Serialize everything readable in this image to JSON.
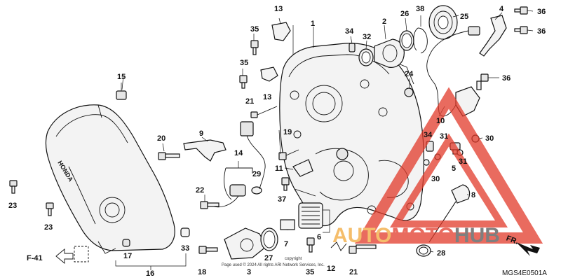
{
  "diagram": {
    "code": "MGS4E0501A",
    "front_marker": "FR.",
    "ref_marker": "F-41",
    "copyright_line": "Page used © 2024 All rights ARI Network Services, Inc.",
    "copyright_word": "copyright"
  },
  "watermark": {
    "part1": "AUTO",
    "part2": "MOTO",
    "part3": "HUB",
    "color_red": "#e23a2a",
    "color_orange": "#f2a93b",
    "color_gray": "#555555"
  },
  "cover_text": "HONDA",
  "callouts": [
    {
      "id": "c1",
      "text": "1"
    },
    {
      "id": "c2",
      "text": "2"
    },
    {
      "id": "c3",
      "text": "3"
    },
    {
      "id": "c4",
      "text": "4"
    },
    {
      "id": "c5",
      "text": "5"
    },
    {
      "id": "c6",
      "text": "6"
    },
    {
      "id": "c7",
      "text": "7"
    },
    {
      "id": "c8",
      "text": "8"
    },
    {
      "id": "c9",
      "text": "9"
    },
    {
      "id": "c10",
      "text": "10"
    },
    {
      "id": "c11",
      "text": "11"
    },
    {
      "id": "c12",
      "text": "12"
    },
    {
      "id": "c13a",
      "text": "13"
    },
    {
      "id": "c13b",
      "text": "13"
    },
    {
      "id": "c14",
      "text": "14"
    },
    {
      "id": "c15",
      "text": "15"
    },
    {
      "id": "c16",
      "text": "16"
    },
    {
      "id": "c17",
      "text": "17"
    },
    {
      "id": "c18",
      "text": "18"
    },
    {
      "id": "c19",
      "text": "19"
    },
    {
      "id": "c20",
      "text": "20"
    },
    {
      "id": "c21a",
      "text": "21"
    },
    {
      "id": "c21b",
      "text": "21"
    },
    {
      "id": "c22",
      "text": "22"
    },
    {
      "id": "c23a",
      "text": "23"
    },
    {
      "id": "c23b",
      "text": "23"
    },
    {
      "id": "c24",
      "text": "24"
    },
    {
      "id": "c25",
      "text": "25"
    },
    {
      "id": "c26",
      "text": "26"
    },
    {
      "id": "c27",
      "text": "27"
    },
    {
      "id": "c28",
      "text": "28"
    },
    {
      "id": "c29",
      "text": "29"
    },
    {
      "id": "c30a",
      "text": "30"
    },
    {
      "id": "c30b",
      "text": "30"
    },
    {
      "id": "c31a",
      "text": "31"
    },
    {
      "id": "c31b",
      "text": "31"
    },
    {
      "id": "c32",
      "text": "32"
    },
    {
      "id": "c33",
      "text": "33"
    },
    {
      "id": "c34a",
      "text": "34"
    },
    {
      "id": "c34b",
      "text": "34"
    },
    {
      "id": "c35a",
      "text": "35"
    },
    {
      "id": "c35b",
      "text": "35"
    },
    {
      "id": "c35c",
      "text": "35"
    },
    {
      "id": "c36a",
      "text": "36"
    },
    {
      "id": "c36b",
      "text": "36"
    },
    {
      "id": "c36c",
      "text": "36"
    },
    {
      "id": "c37",
      "text": "37"
    },
    {
      "id": "c38",
      "text": "38"
    }
  ]
}
